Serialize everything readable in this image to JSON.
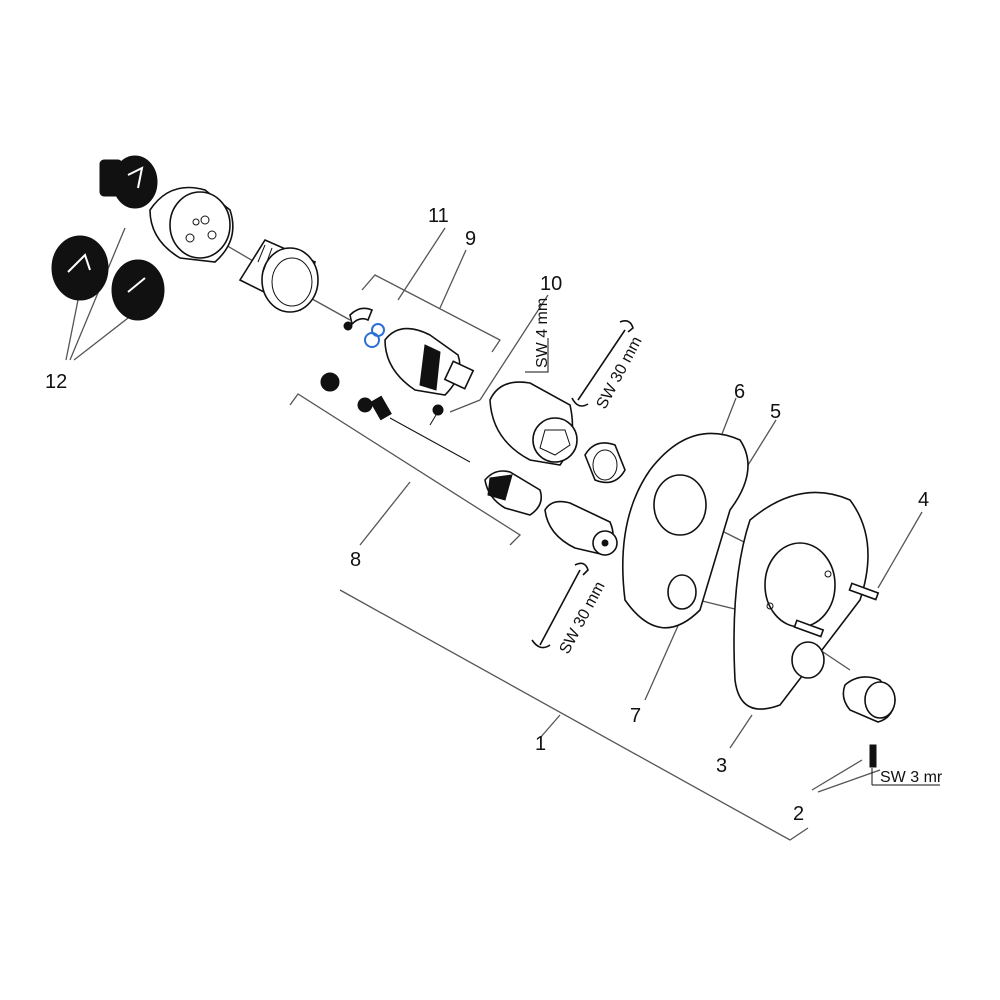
{
  "callouts": [
    "1",
    "2",
    "3",
    "4",
    "5",
    "6",
    "7",
    "8",
    "9",
    "10",
    "11",
    "12"
  ],
  "tool_labels": {
    "hex_4": "SW 4 mm",
    "wrench_top": "SW 30 mm",
    "wrench_bottom": "SW 30 mm",
    "hex_3": "SW 3 mr"
  },
  "colors": {
    "ink": "#111111",
    "leader": "#555555",
    "oring": "#2d6fd6"
  }
}
